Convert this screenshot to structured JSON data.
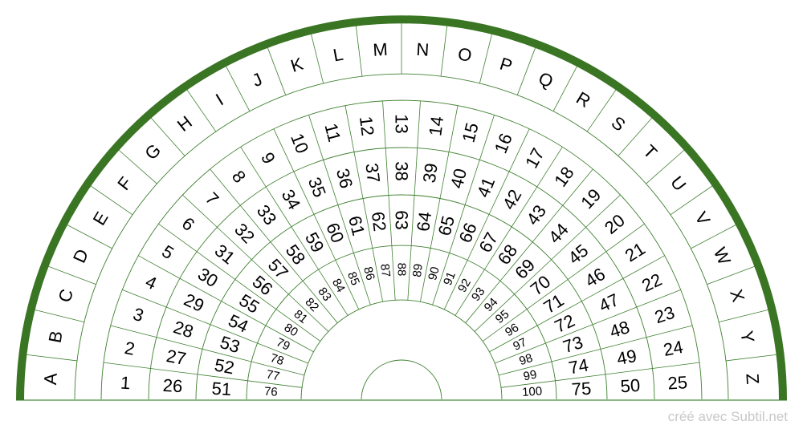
{
  "diagram": {
    "colors": {
      "rim": "#3a7524",
      "lines": "#3f8030",
      "baseline": "#8fb888",
      "text": "#000000"
    },
    "letters": [
      "A",
      "B",
      "C",
      "D",
      "E",
      "F",
      "G",
      "H",
      "I",
      "J",
      "K",
      "L",
      "M",
      "N",
      "O",
      "P",
      "Q",
      "R",
      "S",
      "T",
      "U",
      "V",
      "W",
      "X",
      "Y",
      "Z"
    ],
    "number_rings": [
      [
        "1",
        "2",
        "3",
        "4",
        "5",
        "6",
        "7",
        "8",
        "9",
        "10",
        "11",
        "12",
        "13",
        "14",
        "15",
        "16",
        "17",
        "18",
        "19",
        "20",
        "21",
        "22",
        "23",
        "24",
        "25"
      ],
      [
        "26",
        "27",
        "28",
        "29",
        "30",
        "31",
        "32",
        "33",
        "34",
        "35",
        "36",
        "37",
        "38",
        "39",
        "40",
        "41",
        "42",
        "43",
        "44",
        "45",
        "46",
        "47",
        "48",
        "49",
        "50"
      ],
      [
        "51",
        "52",
        "53",
        "54",
        "55",
        "56",
        "57",
        "58",
        "59",
        "60",
        "61",
        "62",
        "63",
        "64",
        "65",
        "66",
        "67",
        "68",
        "69",
        "70",
        "71",
        "72",
        "73",
        "74",
        "75"
      ],
      [
        "76",
        "77",
        "78",
        "79",
        "80",
        "81",
        "82",
        "83",
        "84",
        "85",
        "86",
        "87",
        "88",
        "89",
        "90",
        "91",
        "92",
        "93",
        "94",
        "95",
        "96",
        "97",
        "98",
        "99",
        "100"
      ]
    ]
  },
  "watermark": "créé avec Subtil.net"
}
